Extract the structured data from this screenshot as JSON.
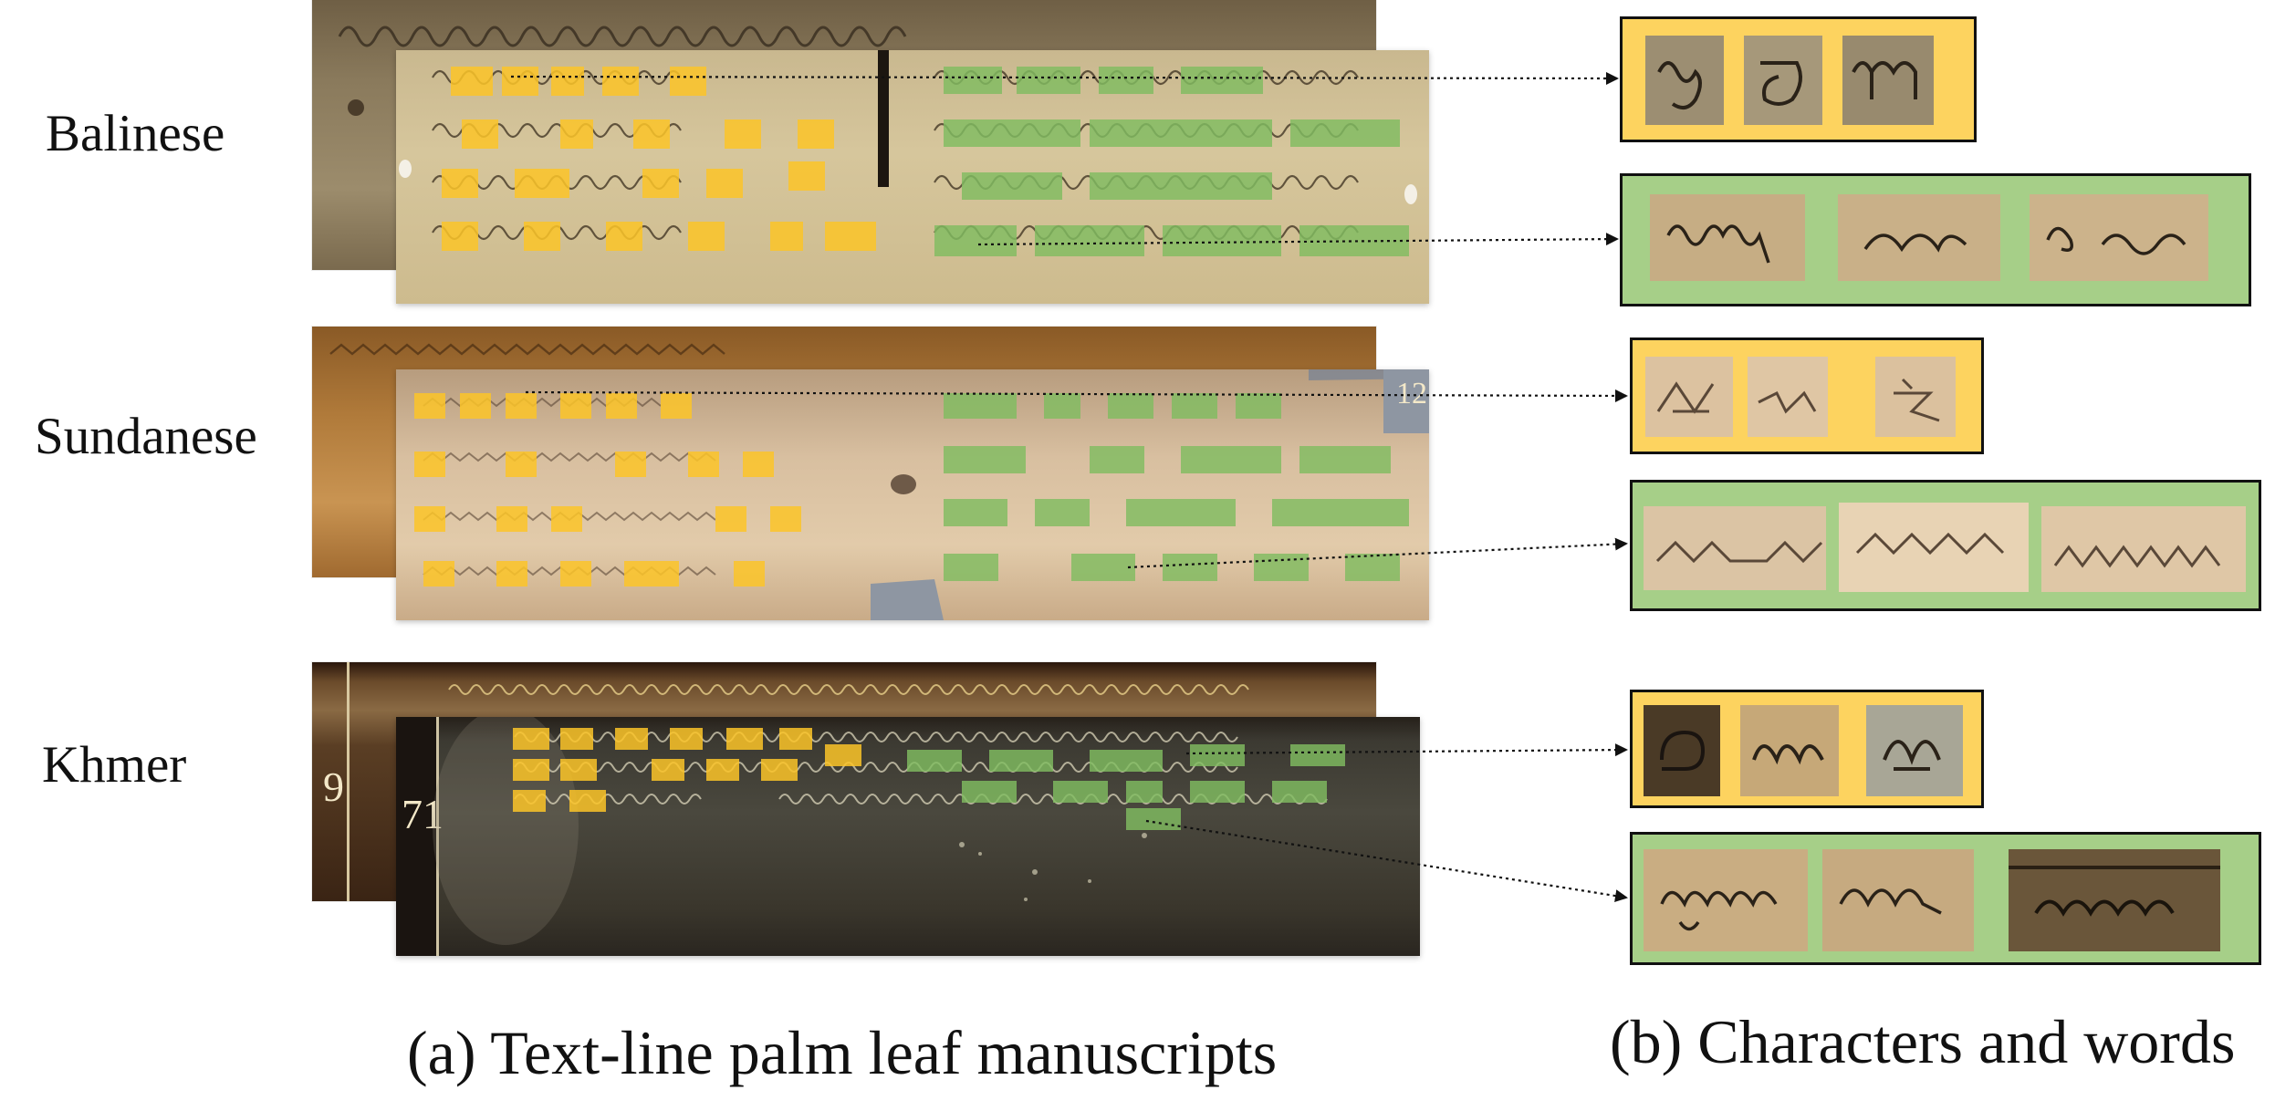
{
  "rows": [
    {
      "script": "Balinese"
    },
    {
      "script": "Sundanese",
      "leaf_number": "12"
    },
    {
      "script": "Khmer",
      "back_leaf_number": "9",
      "front_leaf_number": "71"
    }
  ],
  "captions": {
    "left": "(a) Text-line palm leaf manuscripts",
    "right": "(b) Characters and words"
  },
  "colors": {
    "character_highlight": "#fcc428",
    "word_highlight": "#80bc60",
    "character_panel": "#fdd35f",
    "word_panel": "#a6cf88"
  }
}
